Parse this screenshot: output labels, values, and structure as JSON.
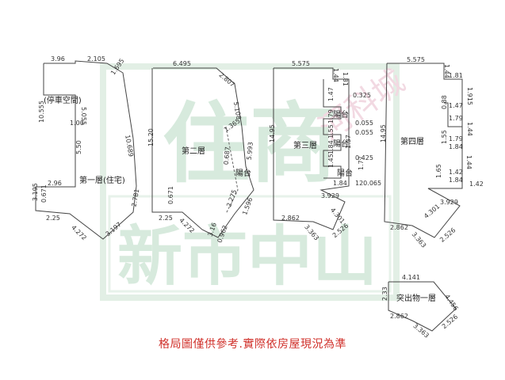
{
  "watermark": {
    "line1": "住商",
    "line2": "新市中山",
    "stamp": "河科城"
  },
  "floors": {
    "f1": {
      "name": "第一層(住宅)",
      "parking": "(停車空間)",
      "dims": [
        "3.96",
        "2.105",
        "1.695",
        "10.555",
        "5.055",
        "1.00",
        "5.50",
        "10.689",
        "2.96",
        "3.195",
        "0.671",
        "2.25",
        "4.272",
        "3.197",
        "2.781"
      ]
    },
    "f2": {
      "name": "第二層",
      "dims": [
        "6.495",
        "2.807",
        "15.20",
        "5.108",
        "1.365",
        "0.687",
        "5.993",
        "2.275",
        "1.596",
        "0.671",
        "2.25",
        "4.272",
        "3.16",
        "0.962"
      ],
      "balcony": "陽台"
    },
    "f3": {
      "name": "第三層",
      "dims": [
        "5.575",
        "1.44",
        "1.81",
        "14.95",
        "1.47",
        "0.325",
        "1.79",
        "0.055",
        "1.55",
        "0.055",
        "1.84",
        "1.37",
        "0.425",
        "1.45",
        "1.77",
        "1.84",
        "120.065",
        "3.929",
        "2.862",
        "3.363",
        "4.301",
        "2.526"
      ],
      "balconies": [
        "陽台",
        "陽台",
        "陽台"
      ]
    },
    "f4": {
      "name": "第四層",
      "dims": [
        "5.575",
        "1.44",
        "1.81",
        "1.915",
        "14.95",
        "0.88",
        "1.47",
        "1.79",
        "1.44",
        "1.55",
        "1.84",
        "1.79",
        "1.44",
        "1.65",
        "1.42",
        "1.84",
        "1.42",
        "3.929",
        "4.301",
        "2.862",
        "3.363",
        "2.526"
      ]
    },
    "roof": {
      "name": "突出物一層",
      "dims": [
        "4.141",
        "2.33",
        "4.456",
        "2.862",
        "3.363",
        "2.526"
      ]
    }
  },
  "note": "格局圖僅供參考.實際依房屋現況為準"
}
